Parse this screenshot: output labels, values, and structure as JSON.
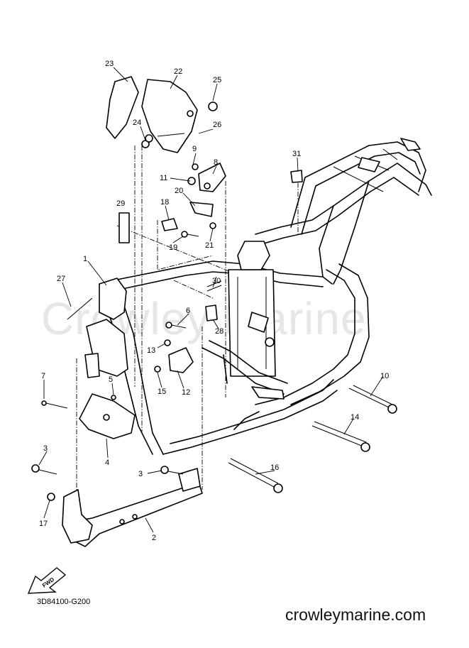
{
  "watermark": "Crowley Marine",
  "diagram_code": "3D84100-G200",
  "website": "crowleymarine.com",
  "fwd_badge": "FWD",
  "callouts": [
    "23",
    "22",
    "25",
    "24",
    "26",
    "9",
    "8",
    "31",
    "11",
    "20",
    "29",
    "18",
    "19",
    "21",
    "1",
    "27",
    "30",
    "6",
    "28",
    "13",
    "12",
    "15",
    "7",
    "5",
    "10",
    "14",
    "4",
    "3",
    "3",
    "16",
    "17",
    "2"
  ]
}
